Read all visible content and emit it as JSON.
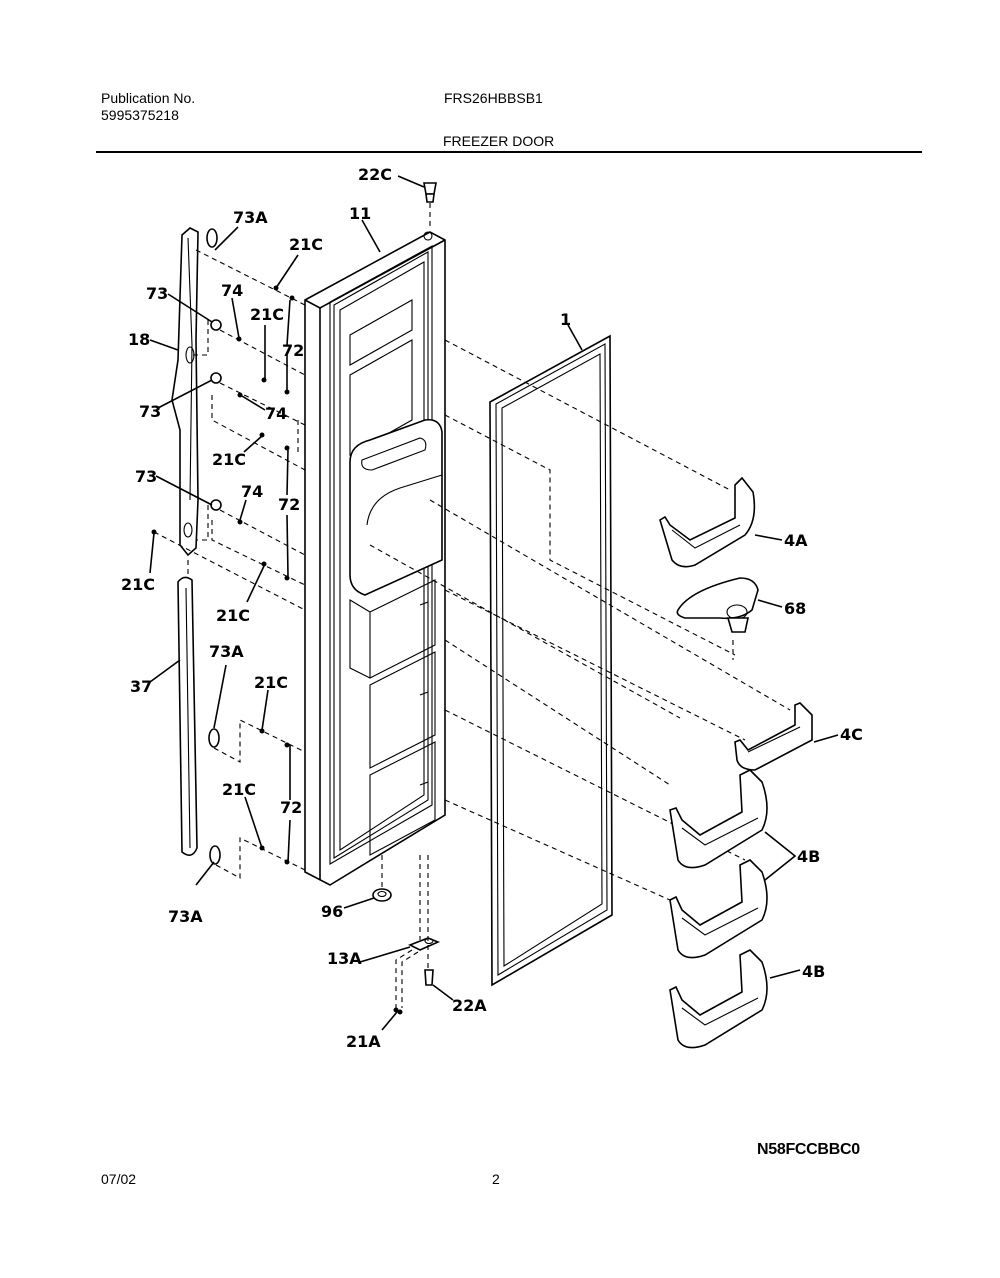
{
  "header": {
    "publication_label": "Publication No.",
    "publication_number": "5995375218",
    "model_number": "FRS26HBBSB1",
    "section_title": "FREEZER DOOR"
  },
  "footer": {
    "diagram_code": "N58FCCBBC0",
    "date": "07/02",
    "page_number": "2"
  },
  "diagram": {
    "subject": "Freezer door exploded parts view",
    "callouts": [
      {
        "id": "22C",
        "text": "22C"
      },
      {
        "id": "11",
        "text": "11"
      },
      {
        "id": "73A-top",
        "text": "73A"
      },
      {
        "id": "21C-1",
        "text": "21C"
      },
      {
        "id": "73-1",
        "text": "73"
      },
      {
        "id": "74-1",
        "text": "74"
      },
      {
        "id": "21C-2",
        "text": "21C"
      },
      {
        "id": "18",
        "text": "18"
      },
      {
        "id": "72-1",
        "text": "72"
      },
      {
        "id": "73-2",
        "text": "73"
      },
      {
        "id": "74-2",
        "text": "74"
      },
      {
        "id": "21C-3",
        "text": "21C"
      },
      {
        "id": "73-3",
        "text": "73"
      },
      {
        "id": "74-3",
        "text": "74"
      },
      {
        "id": "72-2",
        "text": "72"
      },
      {
        "id": "21C-4",
        "text": "21C"
      },
      {
        "id": "21C-5",
        "text": "21C"
      },
      {
        "id": "73A-mid",
        "text": "73A"
      },
      {
        "id": "37",
        "text": "37"
      },
      {
        "id": "21C-6",
        "text": "21C"
      },
      {
        "id": "21C-7",
        "text": "21C"
      },
      {
        "id": "72-3",
        "text": "72"
      },
      {
        "id": "73A-bot",
        "text": "73A"
      },
      {
        "id": "96",
        "text": "96"
      },
      {
        "id": "13A",
        "text": "13A"
      },
      {
        "id": "22A",
        "text": "22A"
      },
      {
        "id": "21A",
        "text": "21A"
      },
      {
        "id": "1",
        "text": "1"
      },
      {
        "id": "4A",
        "text": "4A"
      },
      {
        "id": "68",
        "text": "68"
      },
      {
        "id": "4C",
        "text": "4C"
      },
      {
        "id": "4B-1",
        "text": "4B"
      },
      {
        "id": "4B-2",
        "text": "4B"
      }
    ]
  }
}
